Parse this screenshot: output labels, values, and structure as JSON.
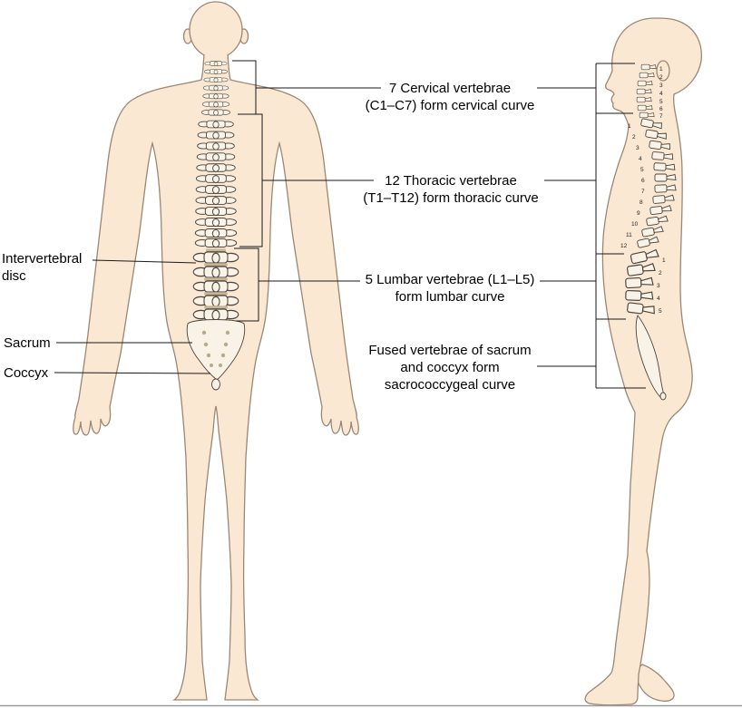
{
  "figure": {
    "region_labels": [
      {
        "id": "cervical",
        "text": "7 Cervical vertebrae\n(C1–C7) form cervical curve"
      },
      {
        "id": "thoracic",
        "text": "12 Thoracic vertebrae\n(T1–T12) form thoracic curve"
      },
      {
        "id": "lumbar",
        "text": "5 Lumbar vertebrae (L1–L5)\nform lumbar curve"
      },
      {
        "id": "sacrococcygeal",
        "text": "Fused vertebrae of sacrum\nand coccyx form\nsacrococcygeal curve"
      }
    ],
    "part_labels": [
      {
        "id": "intervertebral-disc",
        "text": "Intervertebral\ndisc"
      },
      {
        "id": "sacrum",
        "text": "Sacrum"
      },
      {
        "id": "coccyx",
        "text": "Coccyx"
      }
    ],
    "spine_numbers": {
      "cervical": [
        "1",
        "2",
        "3",
        "4",
        "5",
        "6",
        "7"
      ],
      "thoracic": [
        "1",
        "2",
        "3",
        "4",
        "5",
        "6",
        "7",
        "8",
        "9",
        "10",
        "11",
        "12"
      ],
      "lumbar": [
        "1",
        "2",
        "3",
        "4",
        "5"
      ]
    },
    "colors": {
      "skin": "#fbe8d2",
      "body_outline": "#9b8775",
      "bone": "#f8f3e6",
      "bone_stroke": "#4a443c",
      "annotation_line": "#1a1a1a",
      "background": "#ffffff"
    }
  }
}
